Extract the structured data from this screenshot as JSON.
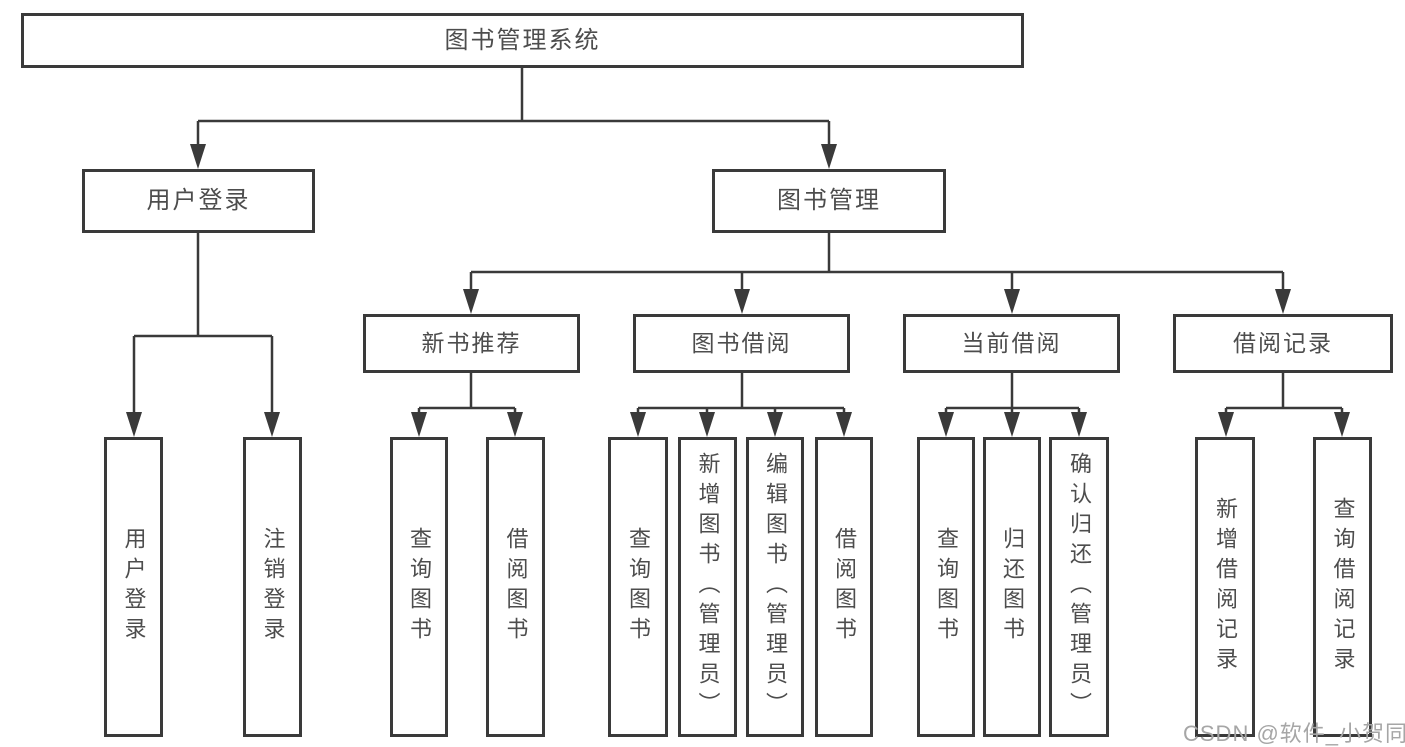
{
  "diagram": {
    "type": "hierarchy-chart",
    "title": "图书管理系统",
    "colors": {
      "line": "#3a3a3a",
      "box_border": "#3a3a3a",
      "text": "#4d4d4d",
      "background": "#ffffff",
      "watermark": "#a6a6a6"
    }
  },
  "nodes": {
    "root": "图书管理系统",
    "level2": {
      "user_login": "用户登录",
      "book_mgmt": "图书管理"
    },
    "level3": {
      "new_book": "新书推荐",
      "book_borrow": "图书借阅",
      "current_borrow": "当前借阅",
      "borrow_record": "借阅记录"
    },
    "level4": {
      "login": "用户登录",
      "logout": "注销登录",
      "nb_query": "查询图书",
      "nb_borrow": "借阅图书",
      "bb_query": "查询图书",
      "bb_add": "新增图书（管理员）",
      "bb_edit": "编辑图书（管理员）",
      "bb_borrow": "借阅图书",
      "cb_query": "查询图书",
      "cb_return": "归还图书",
      "cb_confirm": "确认归还（管理员）",
      "br_add": "新增借阅记录",
      "br_query": "查询借阅记录"
    }
  },
  "watermark": "CSDN @软件_小贺同学"
}
